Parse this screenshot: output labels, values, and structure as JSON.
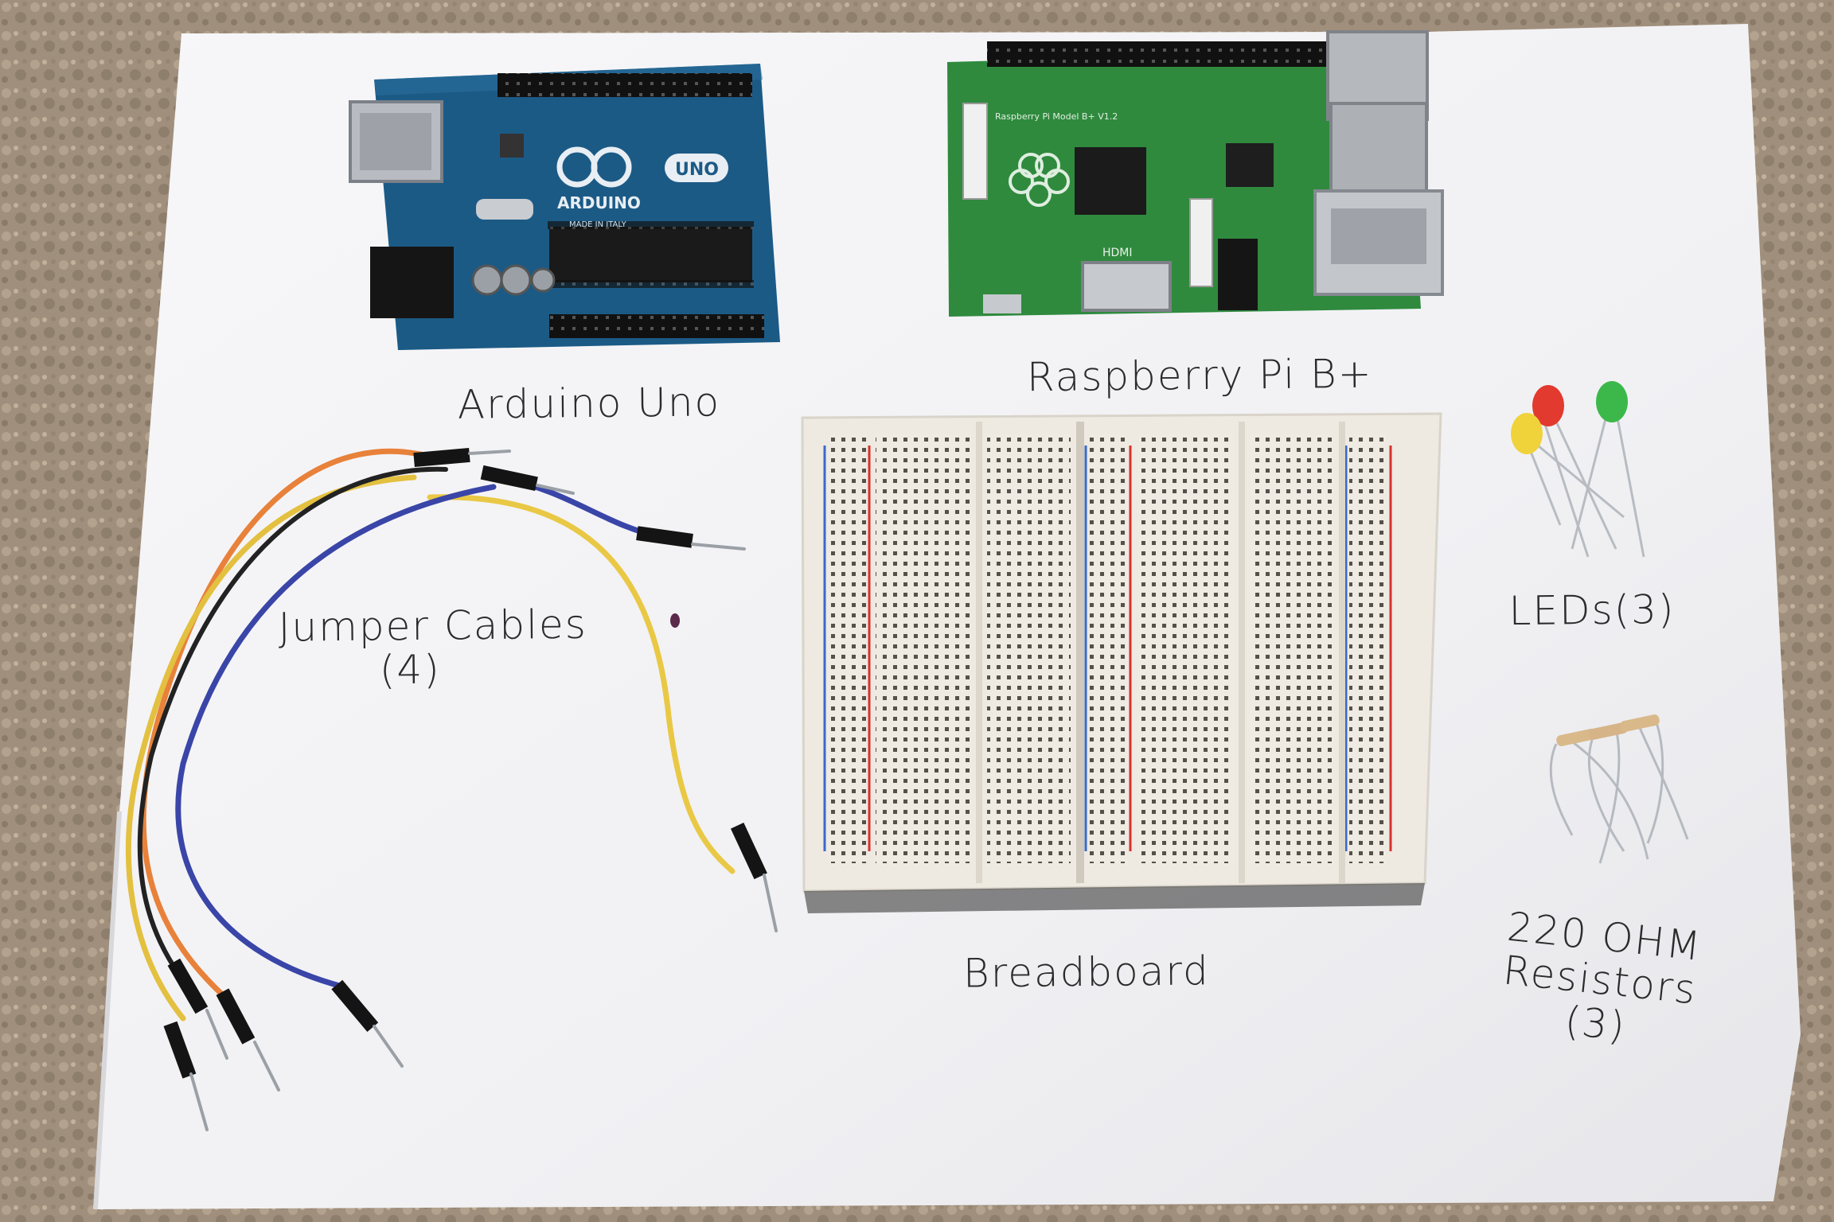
{
  "labels": {
    "arduino": "Arduino Uno",
    "raspberry": "Raspberry Pi  B+",
    "jumper_line1": "Jumper Cables",
    "jumper_line2": "(4)",
    "leds": "LEDs(3)",
    "resistors_line1": "220 OHM",
    "resistors_line2": "Resistors",
    "resistors_line3": "(3)",
    "breadboard": "Breadboard"
  },
  "board_printing": {
    "arduino_logo": "ARDUINO",
    "arduino_model": "UNO",
    "arduino_made": "MADE IN ITALY",
    "pi_hdmi": "HDMI",
    "pi_model": "Raspberry Pi Model B+ V1.2"
  },
  "colors": {
    "paper": "#f4f4f6",
    "carpet": "#9a8a78",
    "arduino_pcb": "#1c5a86",
    "pi_pcb": "#2f8a3e",
    "breadboard": "#eeeae2",
    "wire_orange": "#e8813a",
    "wire_yellow": "#e9c845",
    "wire_blue": "#3a45a8",
    "wire_black": "#222222",
    "led_red": "#e23a2e",
    "led_green": "#3cb84a",
    "led_yellow": "#f0d23a"
  },
  "icons": [
    "arduino-logo-icon",
    "raspberry-logo-icon"
  ]
}
